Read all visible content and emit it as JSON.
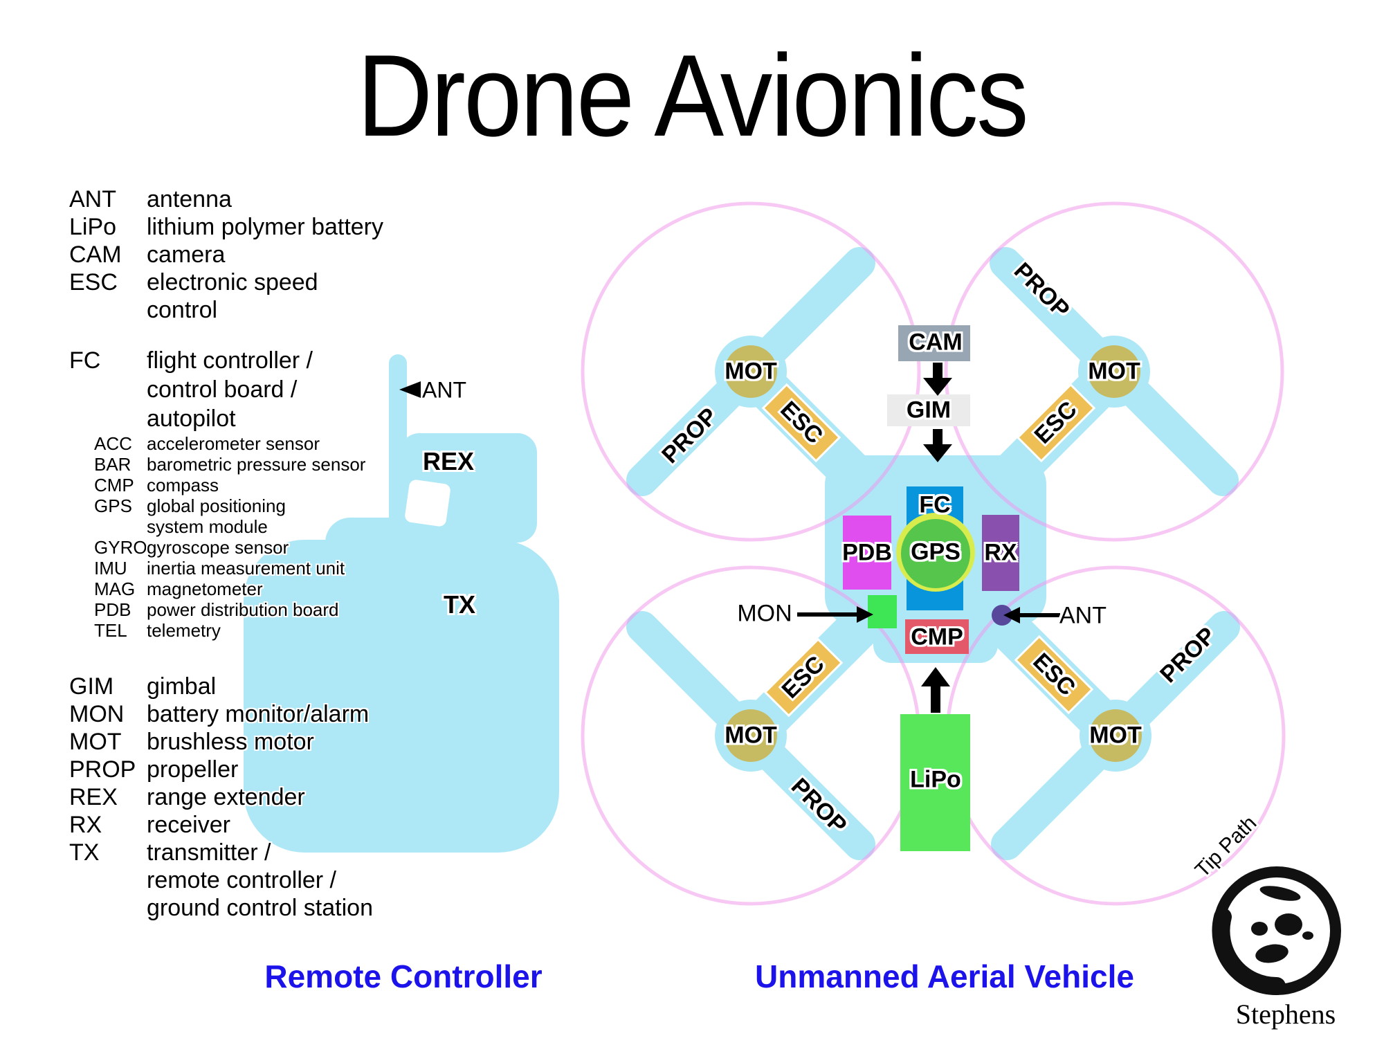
{
  "title": "Drone Avionics",
  "glossary": {
    "g1": [
      {
        "abbr": "ANT",
        "def": "antenna"
      },
      {
        "abbr": "LiPo",
        "def": "lithium polymer battery"
      },
      {
        "abbr": "CAM",
        "def": "camera"
      },
      {
        "abbr": "ESC",
        "def": "electronic speed\ncontrol"
      }
    ],
    "fc": {
      "abbr": "FC",
      "def": "flight controller /\ncontrol board /\nautopilot"
    },
    "fc_sub": [
      {
        "abbr": "ACC",
        "def": "accelerometer sensor"
      },
      {
        "abbr": "BAR",
        "def": "barometric pressure sensor"
      },
      {
        "abbr": "CMP",
        "def": "compass"
      },
      {
        "abbr": "GPS",
        "def": "global positioning\nsystem module"
      },
      {
        "abbr": "GYRO",
        "def": "gyroscope sensor"
      },
      {
        "abbr": "IMU",
        "def": "inertia measurement unit"
      },
      {
        "abbr": "MAG",
        "def": "magnetometer"
      },
      {
        "abbr": "PDB",
        "def": "power distribution board"
      },
      {
        "abbr": "TEL",
        "def": "telemetry"
      }
    ],
    "g3": [
      {
        "abbr": "GIM",
        "def": "gimbal"
      },
      {
        "abbr": "MON",
        "def": "battery monitor/alarm"
      },
      {
        "abbr": "MOT",
        "def": "brushless motor"
      },
      {
        "abbr": "PROP",
        "def": "propeller"
      },
      {
        "abbr": "REX",
        "def": "range extender"
      },
      {
        "abbr": "RX",
        "def": "receiver"
      },
      {
        "abbr": "TX",
        "def": "transmitter /\nremote controller /\nground control station"
      }
    ]
  },
  "remote": {
    "ant": "ANT",
    "rex": "REX",
    "tx": "TX"
  },
  "uav": {
    "cam": "CAM",
    "gim": "GIM",
    "fc": "FC",
    "gps": "GPS",
    "pdb": "PDB",
    "rx": "RX",
    "cmp": "CMP",
    "mon": "MON",
    "ant": "ANT",
    "lipo": "LiPo",
    "mot": "MOT",
    "esc": "ESC",
    "prop": "PROP",
    "tip_path": "Tip Path"
  },
  "captions": {
    "left": "Remote Controller",
    "right": "Unmanned Aerial Vehicle"
  },
  "credit": "Stephens",
  "colors": {
    "body": "#aee8f7",
    "tip_path": "#f292ec",
    "mot": "#c6ba62",
    "esc": "#edbf55",
    "cam": "#98a6b4",
    "gim": "#ebebeb",
    "fc": "#0995dc",
    "gps_ring": "#d9ec4d",
    "gps": "#55c54b",
    "pdb": "#e14ef0",
    "rx": "#8950ad",
    "mon": "#3ee554",
    "cmp": "#e3596a",
    "ant": "#57489b",
    "lipo": "#58e65a",
    "caption": "#1c13ea",
    "ink": "#000000"
  }
}
